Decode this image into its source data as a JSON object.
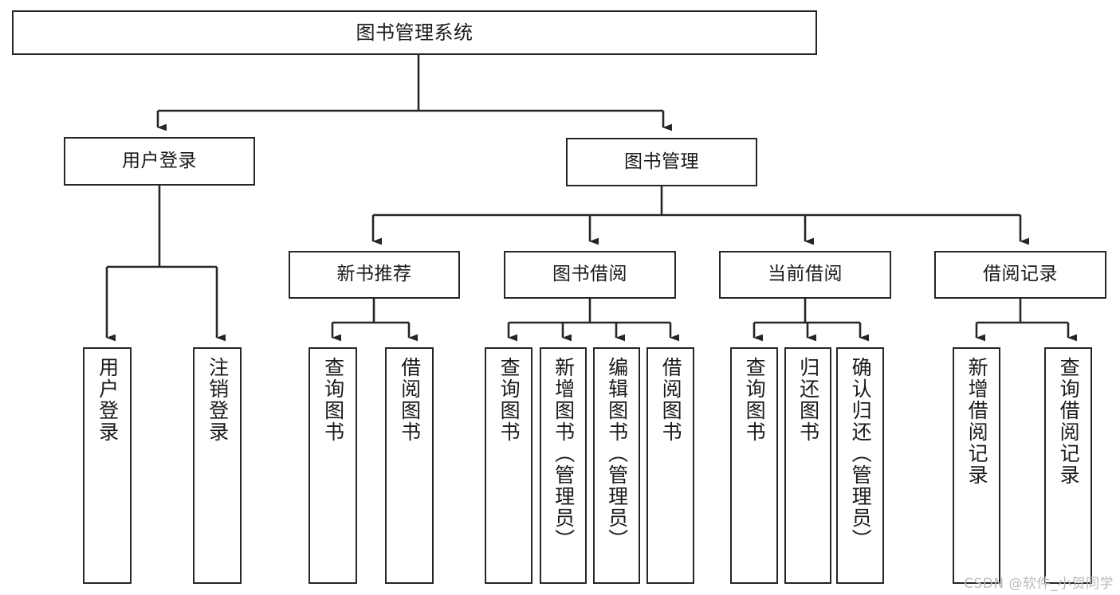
{
  "diagram": {
    "title": "图书管理系统",
    "type": "tree-hierarchy-chart",
    "watermark": "CSDN @软件_小贺同学",
    "colors": {
      "node_border": "#262626",
      "node_fill": "#ffffff",
      "connector": "#262626",
      "text": "#1a1a1a",
      "watermark": "#b9b9b9",
      "background": "#ffffff"
    },
    "levels": {
      "root": "图书管理系统",
      "level2": [
        "用户登录",
        "图书管理"
      ],
      "level3": [
        "新书推荐",
        "图书借阅",
        "当前借阅",
        "借阅记录"
      ]
    }
  },
  "nodes": {
    "root": {
      "label": "图书管理系统"
    },
    "level2": [
      {
        "id": "user-login",
        "label": "用户登录"
      },
      {
        "id": "book-manage",
        "label": "图书管理"
      }
    ],
    "level3": [
      {
        "id": "new-book-recommend",
        "label": "新书推荐"
      },
      {
        "id": "book-borrow",
        "label": "图书借阅"
      },
      {
        "id": "current-borrow",
        "label": "当前借阅"
      },
      {
        "id": "borrow-record",
        "label": "借阅记录"
      }
    ],
    "leaves": {
      "user_login": [
        {
          "id": "leaf-user-login",
          "label": "用户登录"
        },
        {
          "id": "leaf-logout-login",
          "label": "注销登录"
        }
      ],
      "new_book_recommend": [
        {
          "id": "leaf-query-book-1",
          "label": "查询图书"
        },
        {
          "id": "leaf-borrow-book-1",
          "label": "借阅图书"
        }
      ],
      "book_borrow": [
        {
          "id": "leaf-query-book-2",
          "label": "查询图书"
        },
        {
          "id": "leaf-add-book",
          "label": "新增图书（管理员）"
        },
        {
          "id": "leaf-edit-book",
          "label": "编辑图书（管理员）"
        },
        {
          "id": "leaf-borrow-book-2",
          "label": "借阅图书"
        }
      ],
      "current_borrow": [
        {
          "id": "leaf-query-book-3",
          "label": "查询图书"
        },
        {
          "id": "leaf-return-book",
          "label": "归还图书"
        },
        {
          "id": "leaf-confirm-return",
          "label": "确认归还（管理员）"
        }
      ],
      "borrow_record": [
        {
          "id": "leaf-add-record",
          "label": "新增借阅记录"
        },
        {
          "id": "leaf-query-record",
          "label": "查询借阅记录"
        }
      ]
    }
  },
  "chart_data": {
    "type": "tree",
    "title": "图书管理系统",
    "root": {
      "name": "图书管理系统",
      "children": [
        {
          "name": "用户登录",
          "children": [
            {
              "name": "用户登录"
            },
            {
              "name": "注销登录"
            }
          ]
        },
        {
          "name": "图书管理",
          "children": [
            {
              "name": "新书推荐",
              "children": [
                {
                  "name": "查询图书"
                },
                {
                  "name": "借阅图书"
                }
              ]
            },
            {
              "name": "图书借阅",
              "children": [
                {
                  "name": "查询图书"
                },
                {
                  "name": "新增图书（管理员）"
                },
                {
                  "name": "编辑图书（管理员）"
                },
                {
                  "name": "借阅图书"
                }
              ]
            },
            {
              "name": "当前借阅",
              "children": [
                {
                  "name": "查询图书"
                },
                {
                  "name": "归还图书"
                },
                {
                  "name": "确认归还（管理员）"
                }
              ]
            },
            {
              "name": "借阅记录",
              "children": [
                {
                  "name": "新增借阅记录"
                },
                {
                  "name": "查询借阅记录"
                }
              ]
            }
          ]
        }
      ]
    },
    "depth": 4,
    "node_count": 20,
    "orientation": "top-down",
    "edge_style": "orthogonal-arrow"
  }
}
